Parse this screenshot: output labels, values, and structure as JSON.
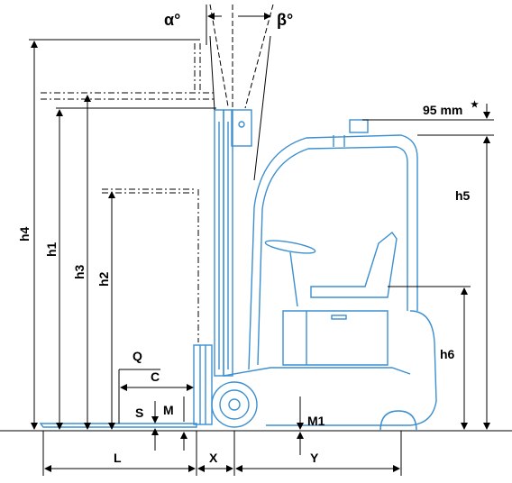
{
  "labels": {
    "alpha": "α°",
    "beta": "β°",
    "top_clearance": "95 mm",
    "star": "★",
    "h1": "h1",
    "h2": "h2",
    "h3": "h3",
    "h4": "h4",
    "h5": "h5",
    "h6": "h6",
    "Q": "Q",
    "C": "C",
    "S": "S",
    "M": "M",
    "M1": "M1",
    "L": "L",
    "X": "X",
    "Y": "Y"
  },
  "colors": {
    "truck_outline": "#3b8fd0",
    "dimension_lines": "#000000",
    "background": "#ffffff"
  }
}
